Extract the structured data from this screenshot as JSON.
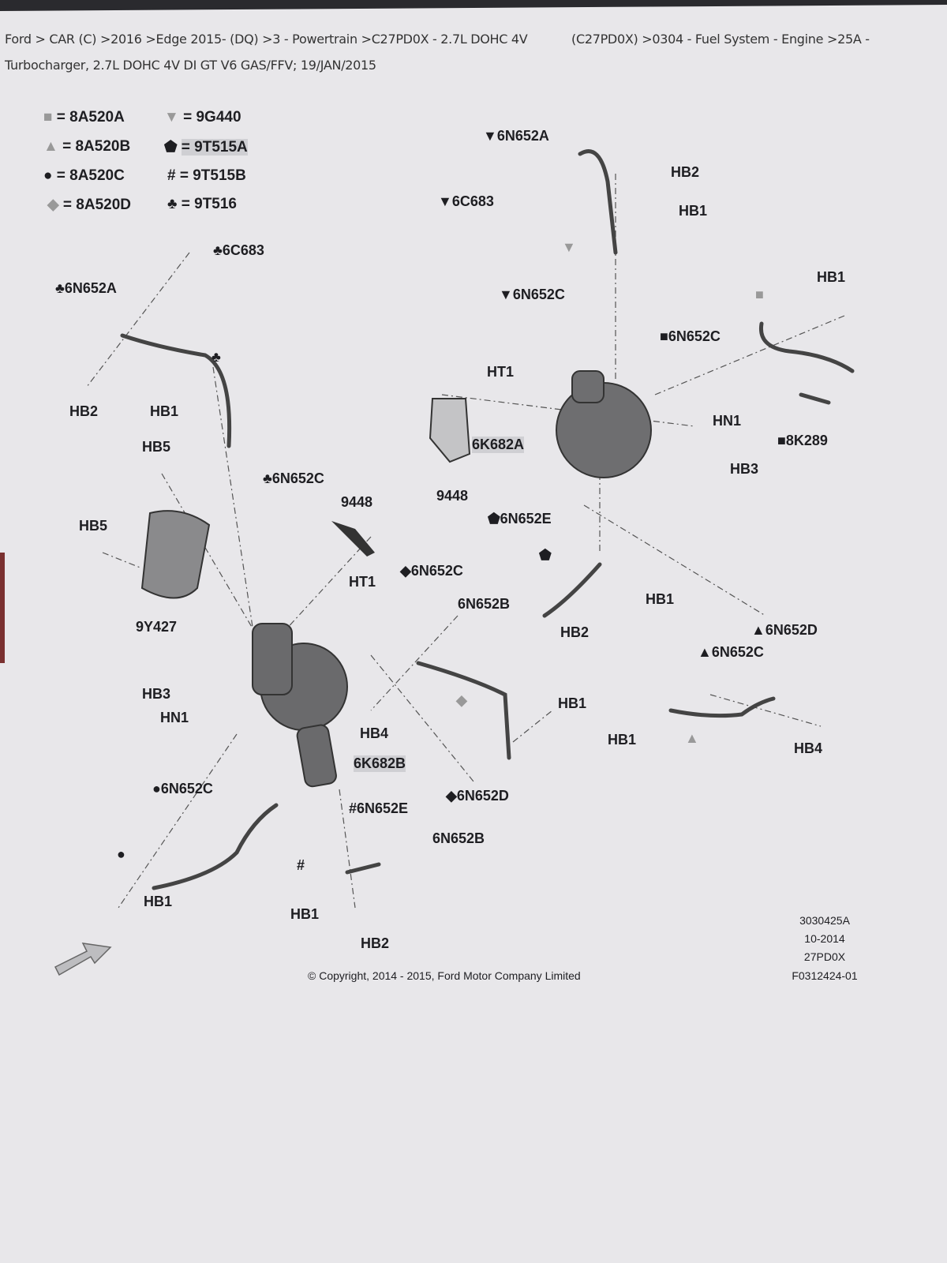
{
  "header": {
    "line1_left": "Ford > CAR (C) >2016 >Edge 2015- (DQ) >3 - Powertrain >C27PD0X - 2.7L DOHC 4V",
    "line1_right": "(C27PD0X) >0304 - Fuel System - Engine >25A -",
    "line2": "Turbocharger, 2.7L DOHC 4V DI GT V6 GAS/FFV; 19/JAN/2015"
  },
  "legend": [
    {
      "symbol": "■",
      "text": "= 8A520A"
    },
    {
      "symbol": "▼",
      "text": "= 9G440"
    },
    {
      "symbol": "▲",
      "text": "= 8A520B"
    },
    {
      "symbol": "⬟",
      "text": "= 9T515A"
    },
    {
      "symbol": "●",
      "text": "= 8A520C"
    },
    {
      "symbol": "#",
      "text": "= 9T515B"
    },
    {
      "symbol": "◆",
      "text": "= 8A520D"
    },
    {
      "symbol": "♣",
      "text": "= 9T516"
    }
  ],
  "callouts": [
    "▼6N652A",
    "▼6C683",
    "HB2",
    "HB1",
    "♣6C683",
    "♣6N652A",
    "HB1",
    "▼6N652C",
    "■6N652C",
    "HT1",
    "HB2",
    "HB1",
    "HN1",
    "6K682A",
    "■8K289",
    "HB5",
    "HB3",
    "♣6N652C",
    "9448",
    "9448",
    "⬟6N652E",
    "HB5",
    "HT1",
    "◆6N652C",
    "6N652B",
    "HB1",
    "HB2",
    "9Y427",
    "▲6N652D",
    "▲6N652C",
    "HB3",
    "HN1",
    "HB1",
    "HB1",
    "HB4",
    "HB4",
    "6K682B",
    "●6N652C",
    "◆6N652D",
    "#6N652E",
    "6N652B",
    "#",
    "HB1",
    "HB1",
    "HB2",
    "⬟",
    "▲",
    "◆",
    "■",
    "●",
    "▼",
    "♣"
  ],
  "footer": {
    "copyright": "© Copyright, 2014 - 2015, Ford Motor Company Limited",
    "ref_lines": [
      "3030425A",
      "10-2014",
      "27PD0X",
      "F0312424-01"
    ]
  }
}
